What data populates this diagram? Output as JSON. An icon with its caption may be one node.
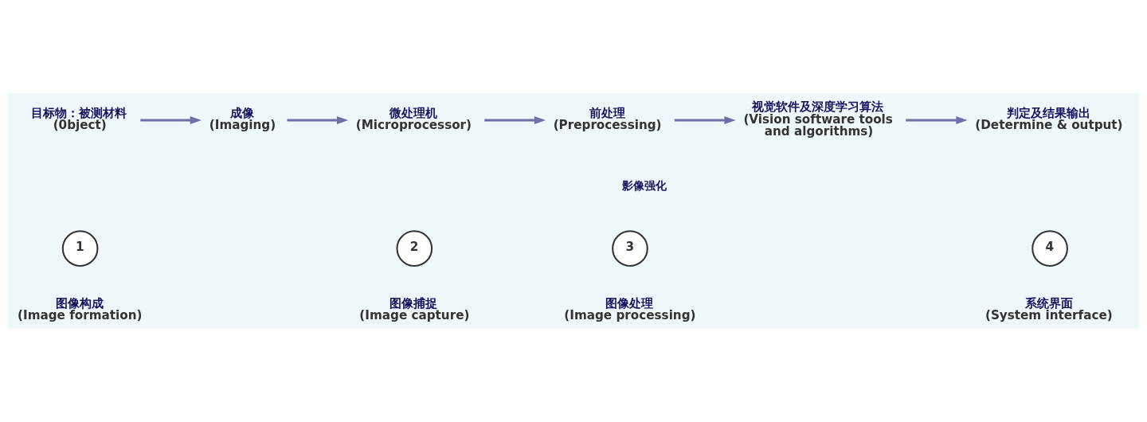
{
  "diagram": {
    "nodes": [
      {
        "text": [
          "目标物：被测材料",
          "(0bject)"
        ]
      },
      {
        "text": [
          "成像",
          "(Imaging)"
        ]
      },
      {
        "text": [
          "微处理机",
          "(Microprocessor)"
        ]
      },
      {
        "text": [
          "前处理",
          "(Preprocessing)"
        ]
      },
      {
        "text": [
          "视觉软件及深度学习算法",
          "(Vision software tools and algorithms)"
        ]
      },
      {
        "text": [
          "判定及结果输出",
          "(Determine & output)"
        ]
      },
      {
        "text": [
          "1"
        ],
        "beside": [
          "图像构成",
          "(Image formation)"
        ]
      },
      {
        "text": [
          "2"
        ],
        "beside": [
          "图像捕捉",
          "(Image capture)"
        ]
      },
      {
        "text": [
          "3"
        ],
        "beside": [
          "图像处理",
          "(Image processing)"
        ]
      },
      {
        "text": [
          "4"
        ],
        "beside": [
          "系统界面",
          "(System interface)"
        ]
      }
    ],
    "edges": [
      {
        "from": 0,
        "to": 1,
        "arrow": "to"
      },
      {
        "from": 1,
        "to": 2,
        "arrow": "to"
      },
      {
        "from": 2,
        "to": 3,
        "arrow": "to"
      },
      {
        "from": 3,
        "to": 4,
        "arrow": "to"
      },
      {
        "from": 4,
        "to": 5,
        "arrow": "to"
      }
    ],
    "labels": [
      "影像强化"
    ]
  }
}
